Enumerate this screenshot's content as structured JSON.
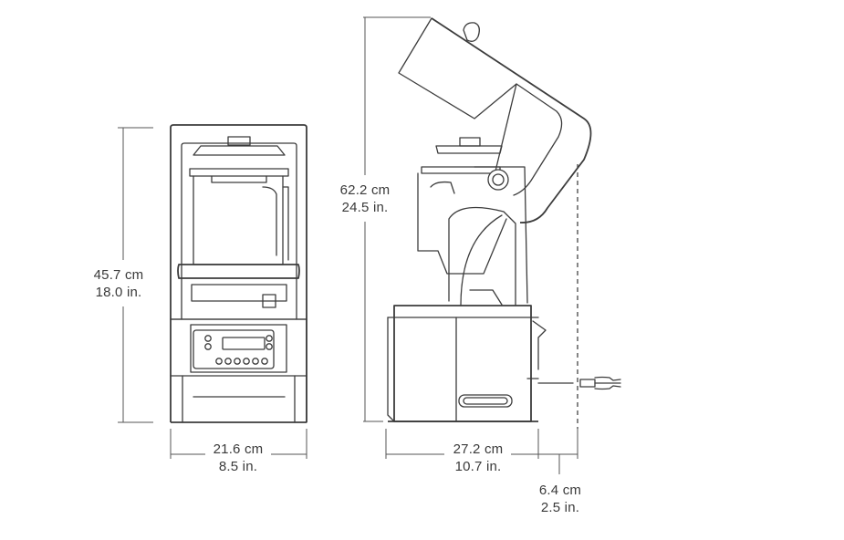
{
  "dimensions": {
    "height_front": {
      "metric": "45.7 cm",
      "imperial": "18.0 in."
    },
    "width_front": {
      "metric": "21.6 cm",
      "imperial": "8.5 in."
    },
    "height_open": {
      "metric": "62.2 cm",
      "imperial": "24.5 in."
    },
    "depth_side": {
      "metric": "27.2 cm",
      "imperial": "10.7 in."
    },
    "lid_clearance": {
      "metric": "6.4 cm",
      "imperial": "2.5 in."
    }
  },
  "colors": {
    "line": "#3c3c3c",
    "text": "#3a3a3a",
    "background": "#ffffff"
  }
}
